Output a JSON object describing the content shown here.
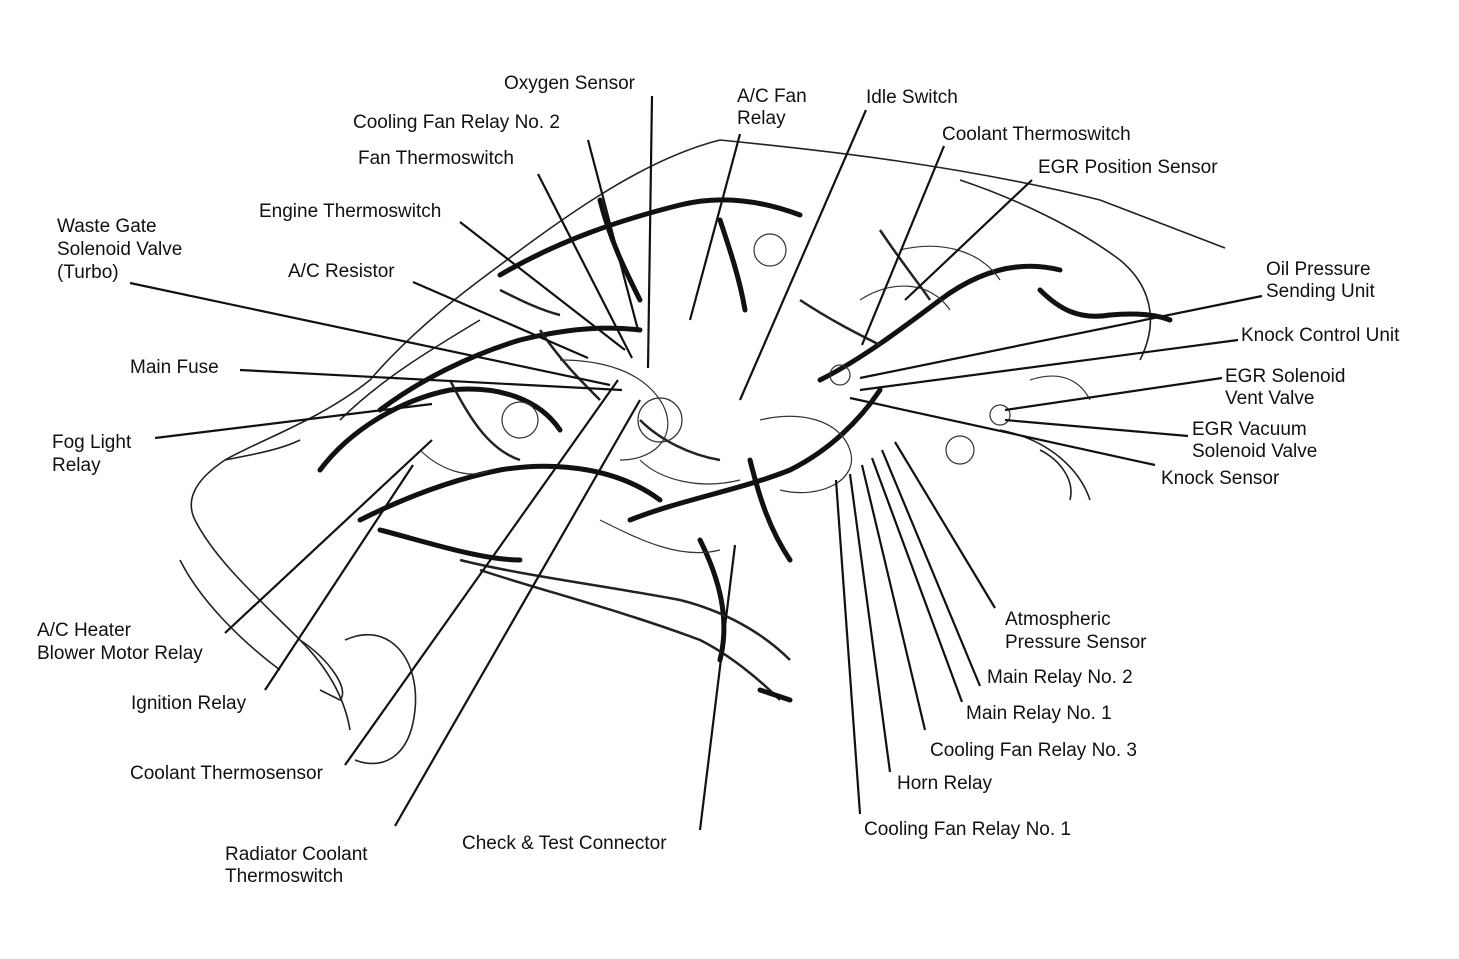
{
  "labels": {
    "oxygen_sensor": "Oxygen Sensor",
    "ac_fan_relay_1": "A/C Fan",
    "ac_fan_relay_2": "Relay",
    "idle_switch": "Idle Switch",
    "cooling_fan_relay_2": "Cooling Fan Relay No. 2",
    "coolant_thermoswitch": "Coolant Thermoswitch",
    "fan_thermoswitch": "Fan Thermoswitch",
    "egr_position_sensor": "EGR Position Sensor",
    "waste_gate_1": "Waste Gate",
    "waste_gate_2": "Solenoid Valve",
    "waste_gate_3": "(Turbo)",
    "engine_thermoswitch": "Engine Thermoswitch",
    "ac_resistor": "A/C Resistor",
    "oil_pressure_1": "Oil Pressure",
    "oil_pressure_2": "Sending Unit",
    "knock_control_unit": "Knock Control Unit",
    "main_fuse": "Main Fuse",
    "egr_vent_1": "EGR Solenoid",
    "egr_vent_2": "Vent Valve",
    "fog_light_1": "Fog Light",
    "fog_light_2": "Relay",
    "egr_vacuum_1": "EGR Vacuum",
    "egr_vacuum_2": "Solenoid Valve",
    "knock_sensor": "Knock Sensor",
    "atmospheric_1": "Atmospheric",
    "atmospheric_2": "Pressure Sensor",
    "ac_heater_1": "A/C Heater",
    "ac_heater_2": "Blower Motor Relay",
    "main_relay_2": "Main Relay No. 2",
    "ignition_relay": "Ignition Relay",
    "main_relay_1": "Main Relay No. 1",
    "cooling_fan_relay_3": "Cooling Fan Relay No. 3",
    "coolant_thermosensor": "Coolant Thermosensor",
    "horn_relay": "Horn Relay",
    "radiator_coolant_1": "Radiator Coolant",
    "radiator_coolant_2": "Thermoswitch",
    "check_test_connector": "Check & Test Connector",
    "cooling_fan_relay_1": "Cooling Fan Relay No. 1"
  }
}
